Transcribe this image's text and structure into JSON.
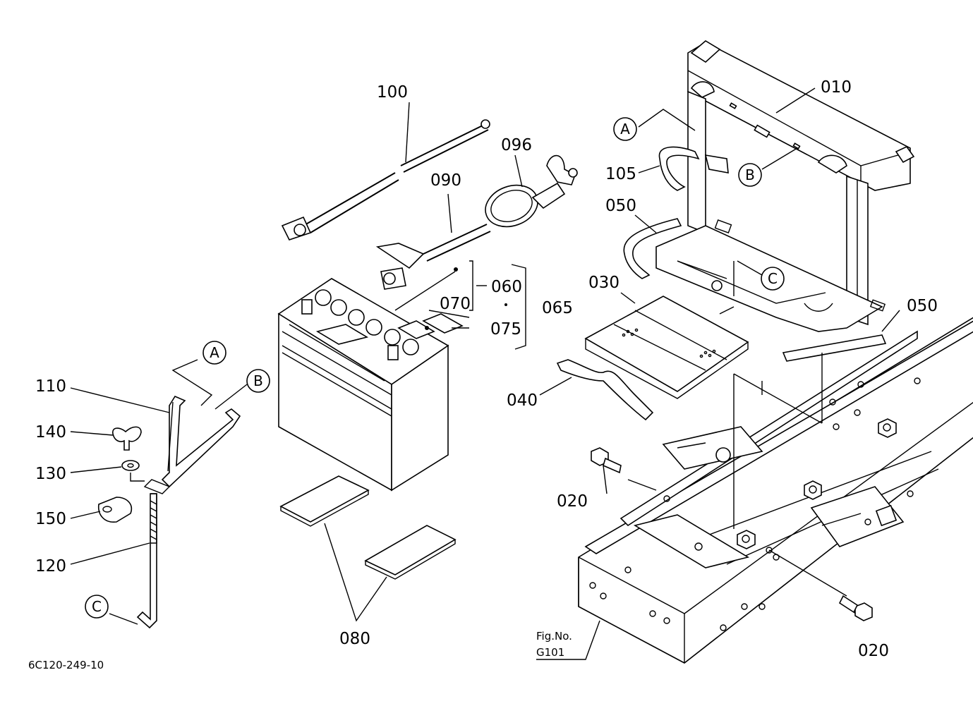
{
  "labels": {
    "p100": "100",
    "p096": "096",
    "p090": "090",
    "p060": "060",
    "p070": "070",
    "p075": "075",
    "p065": "065",
    "p010": "010",
    "p105": "105",
    "p050a": "050",
    "p050b": "050",
    "p030": "030",
    "p040": "040",
    "p020a": "020",
    "p020b": "020",
    "p080": "080",
    "p110": "110",
    "p140": "140",
    "p130": "130",
    "p150": "150",
    "p120": "120"
  },
  "refs": {
    "a1": "A",
    "b1": "B",
    "c1": "C",
    "a2": "A",
    "b2": "B",
    "c2": "C"
  },
  "fig": {
    "line1": "Fig.No.",
    "line2": "G101"
  },
  "drawing_code": "6C120-249-10"
}
